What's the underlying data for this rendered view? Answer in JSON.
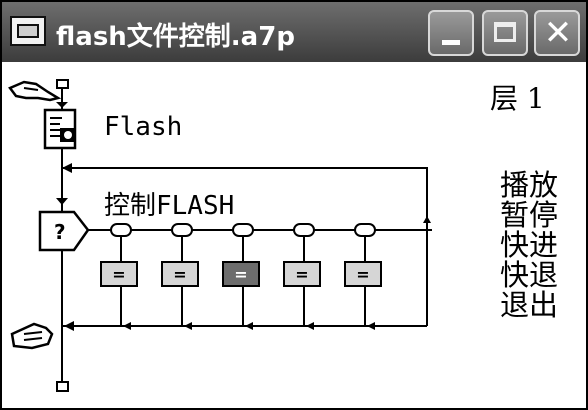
{
  "window": {
    "title": "flash文件控制.a7p"
  },
  "titlebar_buttons": {
    "minimize": "minimize",
    "maximize": "maximize",
    "close": "close"
  },
  "layer": {
    "label": "层 1"
  },
  "flowline": {
    "icons": [
      {
        "type": "calculation",
        "title": "Flash"
      },
      {
        "type": "interaction",
        "title": "控制FLASH"
      }
    ],
    "responses": [
      {
        "type": "button",
        "label": "="
      },
      {
        "type": "button",
        "label": "="
      },
      {
        "type": "button",
        "label": "=",
        "selected": true
      },
      {
        "type": "button",
        "label": "="
      },
      {
        "type": "button",
        "label": "="
      }
    ]
  },
  "notes": [
    "播放",
    "暂停",
    "快进",
    "快退",
    "退出"
  ],
  "colors": {
    "titlebar": "#4a4a4a",
    "background": "#ffffff",
    "selected_response": "#6d6d6d"
  }
}
